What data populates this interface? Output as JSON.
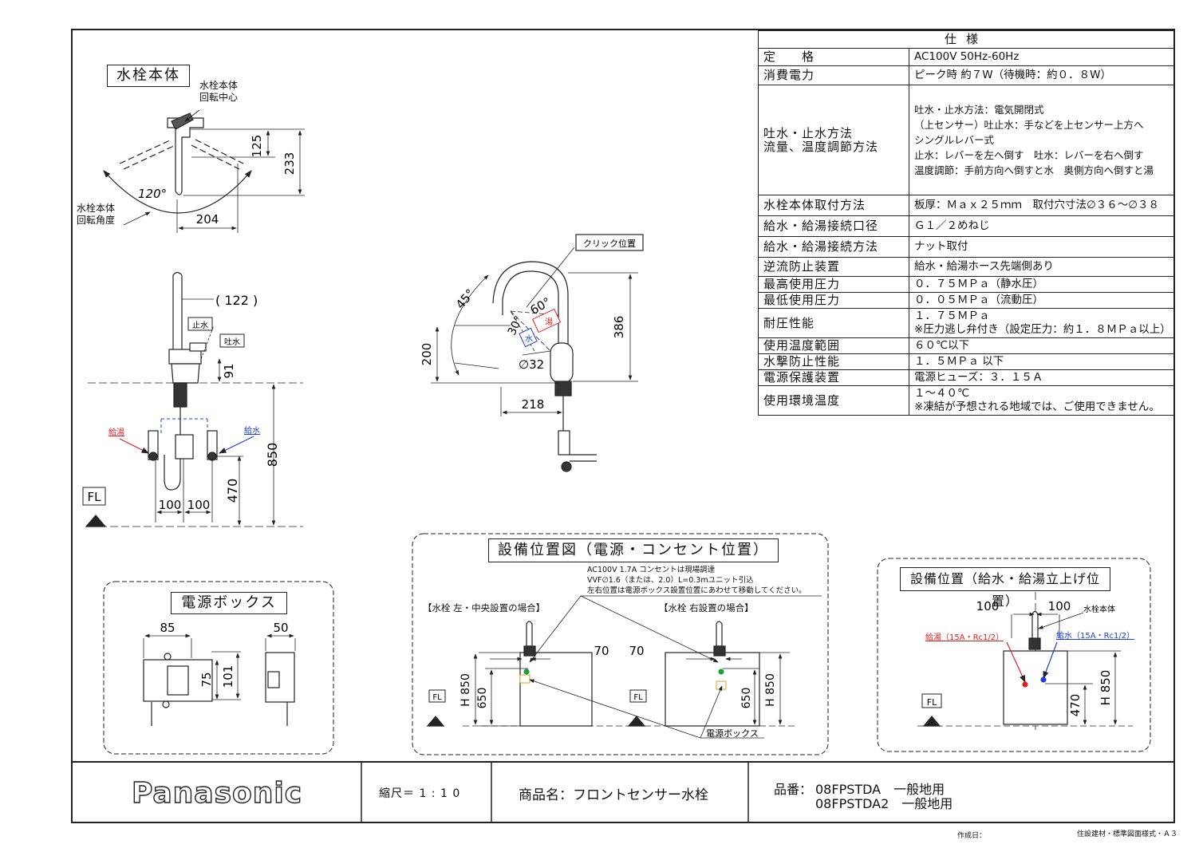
{
  "spec": {
    "header": "仕様",
    "rows": [
      {
        "key": "定　　格",
        "value": "AC100V 50Hz-60Hz"
      },
      {
        "key": "消費電力",
        "value": "ピーク時 約７W（待機時：約０．８W）"
      },
      {
        "key_lines": [
          "吐水・止水方法",
          "流量、温度調節方法"
        ],
        "value_lines": [
          "吐水・止水方法：電気開閉式",
          "（上センサー）吐止水：手などを上センサー上方へ",
          "シングルレバー式",
          "止水：レバーを左へ倒す　吐水：レバーを右へ倒す",
          "温度調節：手前方向へ倒すと水　奥側方向へ倒すと湯"
        ]
      },
      {
        "key": "水栓本体取付方法",
        "value": "板厚：Ｍａｘ２５ｍｍ　取付穴寸法∅３６～∅３８"
      },
      {
        "key": "給水・給湯接続口径",
        "value": "Ｇ１／２めねじ"
      },
      {
        "key": "給水・給湯接続方法",
        "value": "ナット取付"
      },
      {
        "key": "逆流防止装置",
        "value": "給水・給湯ホース先端側あり"
      },
      {
        "key": "最高使用圧力",
        "value": "０．７５ＭＰａ（静水圧）"
      },
      {
        "key": "最低使用圧力",
        "value": "０．０５ＭＰａ（流動圧）"
      },
      {
        "key": "耐圧性能",
        "value_lines": [
          "１．７５ＭＰａ",
          "※圧力逃し弁付き（設定圧力：約１．８ＭＰａ以上）"
        ]
      },
      {
        "key": "使用温度範囲",
        "value": "６０℃以下"
      },
      {
        "key": "水撃防止性能",
        "value": "１．５ＭＰａ 以下"
      },
      {
        "key": "電源保護装置",
        "value": "電源ヒューズ：３．１５Ａ"
      },
      {
        "key": "使用環境温度",
        "value_lines": [
          "１～４０℃",
          "※凍結が予想される地域では、ご使用できません。"
        ]
      }
    ]
  },
  "drawing": {
    "faucet_body": "水栓本体",
    "rotation_center": [
      "水栓本体",
      "回転中心"
    ],
    "rotation_angle": [
      "水栓本体",
      "回転角度"
    ],
    "dim_125": "125",
    "dim_233": "233",
    "dim_204": "204",
    "angle_120": "120°",
    "dim_122": "( 122 )",
    "stop_water": "止水",
    "discharge": "吐水",
    "dim_91": "91",
    "hot_supply": "給湯",
    "cold_supply": "給水",
    "dim_850": "850",
    "dim_470": "470",
    "dim_100a": "100",
    "dim_100b": "100",
    "fl": "FL",
    "click_position": "クリック位置",
    "angle_45": "45°",
    "angle_60": "60°",
    "angle_30": "30°",
    "mark_water": "水",
    "mark_hot": "湯",
    "dim_200": "200",
    "dim_phi32": "∅32",
    "dim_386": "386",
    "dim_218": "218"
  },
  "power_box": {
    "title": "電源ボックス",
    "dim_85": "85",
    "dim_50": "50",
    "dim_75": "75",
    "dim_101": "101"
  },
  "equipment": {
    "title": "設備位置図（電源・コンセント位置）",
    "notes": [
      "AC100V 1.7A コンセントは現場調達",
      "VVF∅1.6（または、2.0）L=0.3mユニット引込",
      "左右位置は電源ボックス設置位置にあわせて移動してください。"
    ],
    "left_case": "【水栓 左・中央設置の場合】",
    "right_case": "【水栓 右設置の場合】",
    "dim_70a": "70",
    "dim_70b": "70",
    "h850a": "H 850",
    "dim_650a": "650",
    "dim_650b": "650",
    "h850b": "H 850",
    "power_box": "電源ボックス",
    "fl": "FL"
  },
  "supply": {
    "title": "設備位置（給水・給湯立上げ位置）",
    "dim_100a": "100",
    "dim_100b": "100",
    "faucet_body": "水栓本体",
    "hot": "給湯（15A・Rc1/2）",
    "cold": "給水（15A・Rc1/2）",
    "dim_470": "470",
    "h850": "H 850",
    "fl": "FL"
  },
  "title_block": {
    "brand": "Panasonic",
    "scale": "縮尺＝ 1 : 1 0",
    "product": "商品名：フロントセンサー水栓",
    "part_label": "品番：",
    "part1": "08FPSTDA　一般地用",
    "part2": "08FPSTDA2　一般地用"
  },
  "footer": {
    "created": "作成日：",
    "form": "住設建材・標準図面様式・Ａ３"
  },
  "colors": {
    "hot": "#e02020",
    "cold": "#1f3fd8",
    "line": "#222222",
    "power": "#1fa040"
  }
}
